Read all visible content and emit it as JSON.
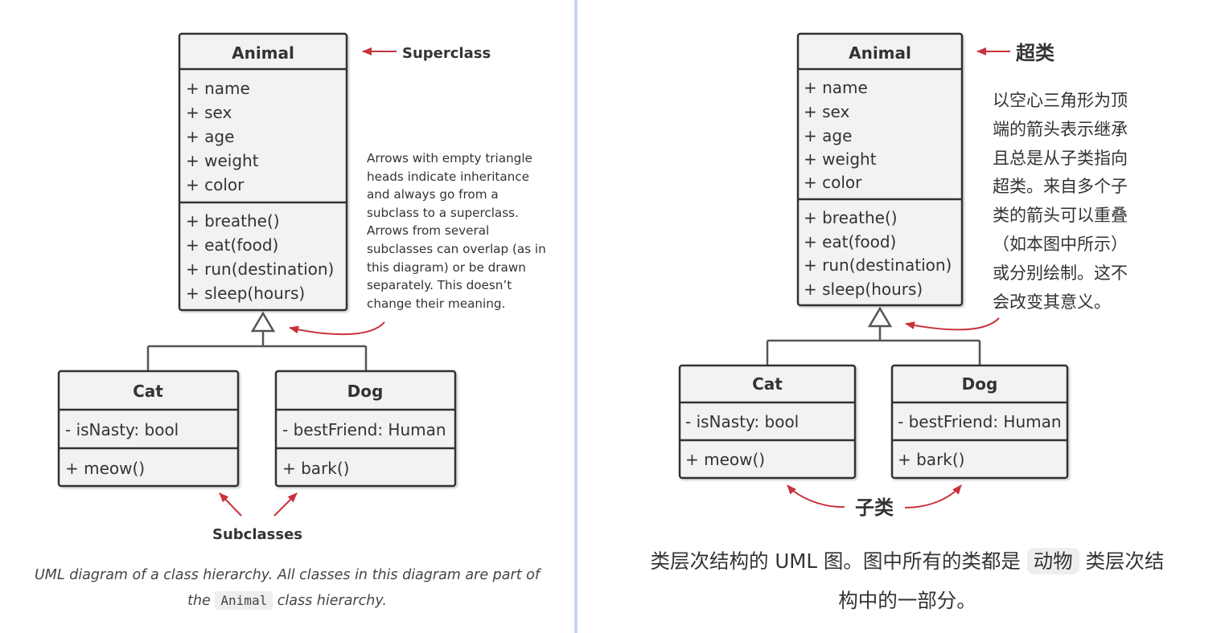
{
  "left": {
    "classes": {
      "animal": {
        "name": "Animal",
        "attributes": [
          "+ name",
          "+ sex",
          "+ age",
          "+ weight",
          "+ color"
        ],
        "methods": [
          "+ breathe()",
          "+ eat(food)",
          "+ run(destination)",
          "+ sleep(hours)"
        ]
      },
      "cat": {
        "name": "Cat",
        "attributes": [
          "- isNasty: bool"
        ],
        "methods": [
          "+ meow()"
        ]
      },
      "dog": {
        "name": "Dog",
        "attributes": [
          "- bestFriend: Human"
        ],
        "methods": [
          "+ bark()"
        ]
      }
    },
    "superclass_label": "Superclass",
    "subclasses_label": "Subclasses",
    "note_lines": [
      "Arrows with empty triangle",
      "heads indicate inheritance",
      "and always go from a",
      "subclass to a superclass.",
      "Arrows from several",
      "subclasses can overlap (as in",
      "this diagram) or be drawn",
      "separately. This doesn’t",
      "change their meaning."
    ],
    "caption": {
      "text_1": "UML diagram of a class hierarchy. All classes in this diagram are part of",
      "text_2": "the",
      "code": "Animal",
      "text_3": "class hierarchy."
    }
  },
  "right": {
    "classes": {
      "animal": {
        "name": "Animal",
        "attributes": [
          "+ name",
          "+ sex",
          "+ age",
          "+ weight",
          "+ color"
        ],
        "methods": [
          "+ breathe()",
          "+ eat(food)",
          "+ run(destination)",
          "+ sleep(hours)"
        ]
      },
      "cat": {
        "name": "Cat",
        "attributes": [
          "- isNasty: bool"
        ],
        "methods": [
          "+ meow()"
        ]
      },
      "dog": {
        "name": "Dog",
        "attributes": [
          "- bestFriend: Human"
        ],
        "methods": [
          "+ bark()"
        ]
      }
    },
    "superclass_label": "超类",
    "subclasses_label": "子类",
    "note_lines": [
      "以空心三角形为顶",
      "端的箭头表示继承",
      "且总是从子类指向",
      "超类。来自多个子",
      "类的箭头可以重叠",
      "（如本图中所示）",
      "或分别绘制。这不",
      "会改变其意义。"
    ],
    "caption": {
      "text_1": "类层次结构的 UML 图。图中所有的类都是",
      "chip": "动物",
      "text_2": "类层次结",
      "text_3": "构中的一部分。"
    }
  },
  "colors": {
    "box_fill": "#f2f2f2",
    "box_stroke": "#333333",
    "arrow_red": "#c8323c",
    "divider": "#c9d6ea"
  }
}
